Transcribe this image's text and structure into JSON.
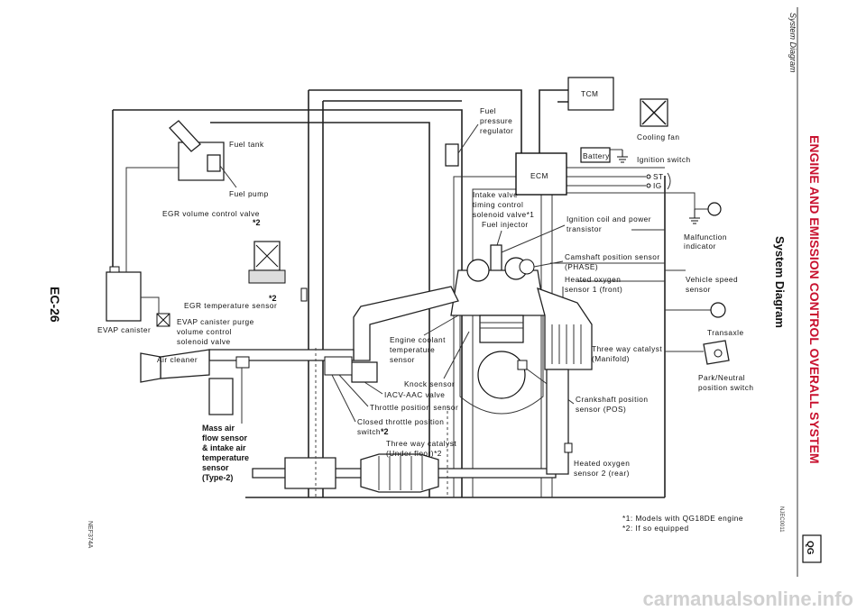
{
  "header": {
    "section_title": "ENGINE AND EMISSION CONTROL OVERALL SYSTEM",
    "subtitle": "System Diagram",
    "badge": "QG",
    "page_title": "System Diagram",
    "page_number": "EC-26",
    "ref_code": "NJEC0011",
    "figure_code": "NEF374A",
    "watermark": "carmanualsonline.info"
  },
  "labels": {
    "tcm": "TCM",
    "ecm": "ECM",
    "battery": "Battery",
    "cooling_fan": "Cooling fan",
    "ignition_switch": "Ignition switch",
    "st": "ST",
    "ig": "IG",
    "fuel_pressure_1": "Fuel",
    "fuel_pressure_2": "pressure",
    "fuel_pressure_3": "regulator",
    "fuel_tank": "Fuel tank",
    "fuel_pump": "Fuel pump",
    "egr_volume_1": "EGR volume control valve",
    "star2_a": "*2",
    "intake_valve_1": "Intake valve",
    "intake_valve_2": "timing control",
    "intake_valve_3": "solenoid valve*1",
    "fuel_injector": "Fuel injector",
    "ignition_coil_1": "Ignition coil and power",
    "ignition_coil_2": "transistor",
    "malfunction_1": "Malfunction",
    "malfunction_2": "indicator",
    "camshaft_1": "Camshaft position sensor",
    "camshaft_2": "(PHASE)",
    "heated_o2_front_1": "Heated oxygen",
    "heated_o2_front_2": "sensor 1 (front)",
    "vehicle_speed_1": "Vehicle speed",
    "vehicle_speed_2": "sensor",
    "star2_b": "*2",
    "egr_temp": "EGR temperature sensor",
    "evap_canister": "EVAP canister",
    "evap_purge_1": "EVAP canister purge",
    "evap_purge_2": "volume control",
    "evap_purge_3": "solenoid valve",
    "engine_coolant_1": "Engine coolant",
    "engine_coolant_2": "temperature",
    "engine_coolant_3": "sensor",
    "transaxle": "Transaxle",
    "three_way_manifold_1": "Three way catalyst",
    "three_way_manifold_2": "(Manifold)",
    "air_cleaner": "Air cleaner",
    "knock_sensor": "Knock sensor",
    "park_neutral_1": "Park/Neutral",
    "park_neutral_2": "position switch",
    "iacv": "IACV-AAC valve",
    "throttle_position": "Throttle position sensor",
    "crankshaft_1": "Crankshaft position",
    "crankshaft_2": "sensor (POS)",
    "maf_1": "Mass air",
    "maf_2": "flow sensor",
    "maf_3": "& intake air",
    "maf_4": "temperature",
    "maf_5": "sensor",
    "maf_6": "(Type-2)",
    "closed_throttle_1": "Closed throttle position",
    "closed_throttle_2": "switch",
    "star2_c": "*2",
    "three_way_under_1": "Three way catalyst",
    "three_way_under_2": "(Under floor)*2",
    "heated_o2_rear_1": "Heated oxygen",
    "heated_o2_rear_2": "sensor 2 (rear)"
  },
  "footnotes": {
    "note1": "*1: Models with QG18DE engine",
    "note2": "*2: If so equipped"
  },
  "colors": {
    "header_text": "#c8102e",
    "line": "#222222",
    "watermark": "#d0d0d0"
  }
}
